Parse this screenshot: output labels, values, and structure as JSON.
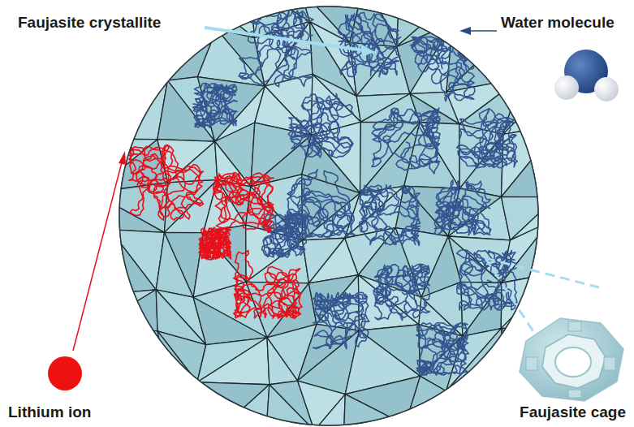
{
  "diagram": {
    "labels": [
      "Faujasite crystallite",
      "Water molecule",
      "Lithium ion",
      "Faujasite cage"
    ]
  }
}
